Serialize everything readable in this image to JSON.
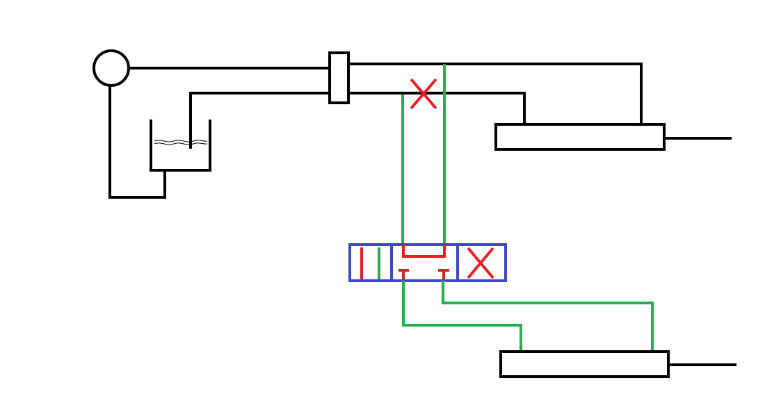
{
  "diagram": {
    "type": "hydraulic-schematic",
    "components": [
      {
        "id": "pump",
        "icon": "pump-circle-icon"
      },
      {
        "id": "reservoir",
        "icon": "tank-icon"
      },
      {
        "id": "rotary-joint",
        "icon": "rect-block-icon"
      },
      {
        "id": "upper-cylinder",
        "icon": "cylinder-icon"
      },
      {
        "id": "directional-valve",
        "icon": "valve-4-3-icon",
        "positions": 3
      },
      {
        "id": "lower-cylinder",
        "icon": "cylinder-icon"
      }
    ],
    "colors": {
      "line": "#000000",
      "pilot_line": "#22b14c",
      "valve_symbol": "#ed1c24",
      "valve_body": "#3f48cc",
      "background": "#ffffff"
    },
    "annotations": {
      "blocked_connection_marker": "x-mark-icon"
    }
  }
}
